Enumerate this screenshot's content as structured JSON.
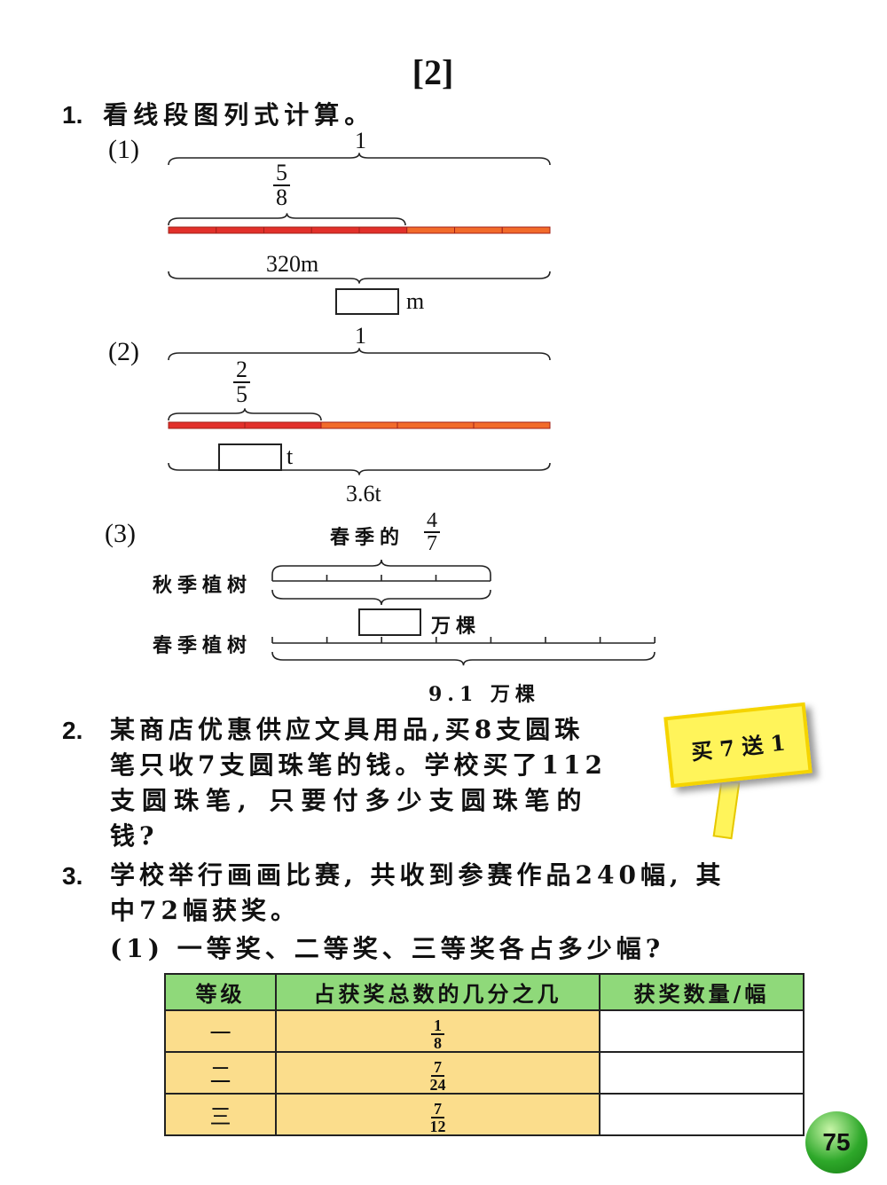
{
  "title": "[2]",
  "q1": {
    "num": "1.",
    "text": "看线段图列式计算。",
    "p1": {
      "label": "(1)",
      "whole": "1",
      "frac_n": "5",
      "frac_d": "8",
      "total": "320m",
      "unit": "m"
    },
    "p2": {
      "label": "(2)",
      "whole": "1",
      "frac_n": "2",
      "frac_d": "5",
      "unit": "t",
      "total": "3.6t"
    },
    "p3": {
      "label": "(3)",
      "top_label": "春季的",
      "frac_n": "4",
      "frac_d": "7",
      "autumn": "秋季植树",
      "spring": "春季植树",
      "unit": "万棵",
      "total": "9.1 万棵"
    }
  },
  "q2": {
    "num": "2.",
    "lines": [
      "某商店优惠供应文具用品,买8支圆珠",
      "笔只收7支圆珠笔的钱。学校买了112",
      "支圆珠笔, 只要付多少支圆珠笔的",
      "钱?"
    ],
    "sign": "买 7 送 1"
  },
  "q3": {
    "num": "3.",
    "lines": [
      "学校举行画画比赛, 共收到参赛作品240幅, 其",
      "中72幅获奖。"
    ],
    "sub": "(1) 一等奖、二等奖、三等奖各占多少幅?",
    "table": {
      "headers": [
        "等级",
        "占获奖总数的几分之几",
        "获奖数量/幅"
      ],
      "rows": [
        {
          "level": "一",
          "n": "1",
          "d": "8",
          "count": ""
        },
        {
          "level": "二",
          "n": "7",
          "d": "24",
          "count": ""
        },
        {
          "level": "三",
          "n": "7",
          "d": "12",
          "count": ""
        }
      ]
    }
  },
  "page_number": "75",
  "colors": {
    "red": "#e2302a",
    "orange": "#f26b2a",
    "green": "#8fd97a",
    "yellow": "#fbdd8c"
  }
}
